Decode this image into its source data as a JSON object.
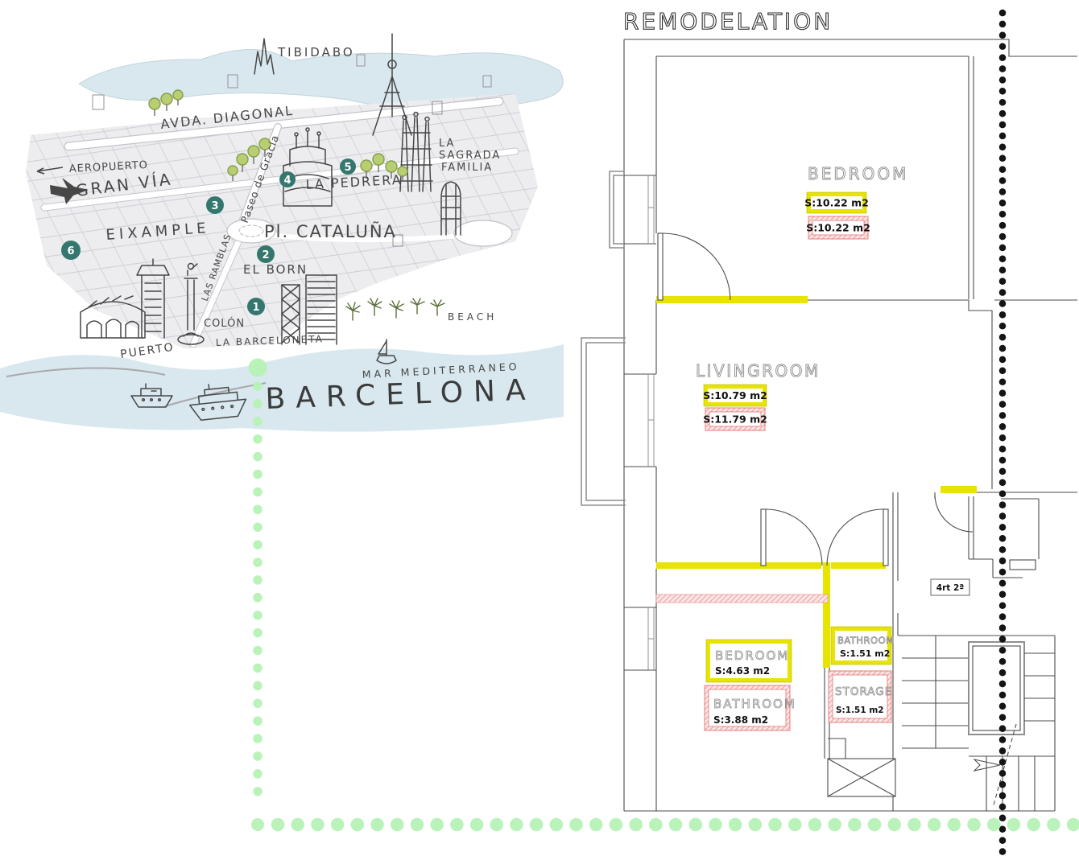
{
  "title": "REMODELATION",
  "map": {
    "city_name": "BARCELONA",
    "labels": {
      "tibidabo": "TIBIDABO",
      "avda_diagonal": "AVDA. DIAGONAL",
      "aeropuerto": "AEROPUERTO",
      "gran_via": "GRAN VÍA",
      "eixample": "EIXAMPLE",
      "paseo_de_gracia": "Paseo de Gracia",
      "pl_cataluna": "Pl. CATALUÑA",
      "el_born": "EL BORN",
      "las_ramblas": "LAS RAMBLAS",
      "colon": "COLÓN",
      "la_barceloneta": "LA BARCELONETA",
      "puerto": "PUERTO",
      "la_pedrera": "LA PEDRERA",
      "sagrada_l1": "LA",
      "sagrada_l2": "SAGRADA",
      "sagrada_l3": "FAMILIA",
      "beach": "BEACH",
      "mar": "MAR MEDITERRANEO"
    },
    "markers": [
      "1",
      "2",
      "3",
      "4",
      "5",
      "6"
    ],
    "marker_color": "#35776e"
  },
  "floorplan": {
    "unit_label": "4rt 2ª",
    "bedroom_top": {
      "name": "BEDROOM",
      "area_new": "S:10.22 m2",
      "area_old": "S:10.22 m2"
    },
    "livingroom": {
      "name": "LIVINGROOM",
      "area_new": "S:10.79 m2",
      "area_old": "S:11.79 m2"
    },
    "bedroom_small": {
      "name": "BEDROOM",
      "area_new": "S:4.63 m2"
    },
    "bathroom_old": {
      "name": "BATHROOM",
      "area_old": "S:3.88 m2"
    },
    "bathroom_new": {
      "name": "BATHROOM",
      "area_new": "S:1.51 m2"
    },
    "storage": {
      "name": "STORAGE",
      "area_old": "S:1.51 m2"
    },
    "colors": {
      "new_wall": "#e6e400",
      "old_wall": "#f2a8a8",
      "route_green": "#b7f3b7",
      "section_dots": "#151515"
    }
  }
}
